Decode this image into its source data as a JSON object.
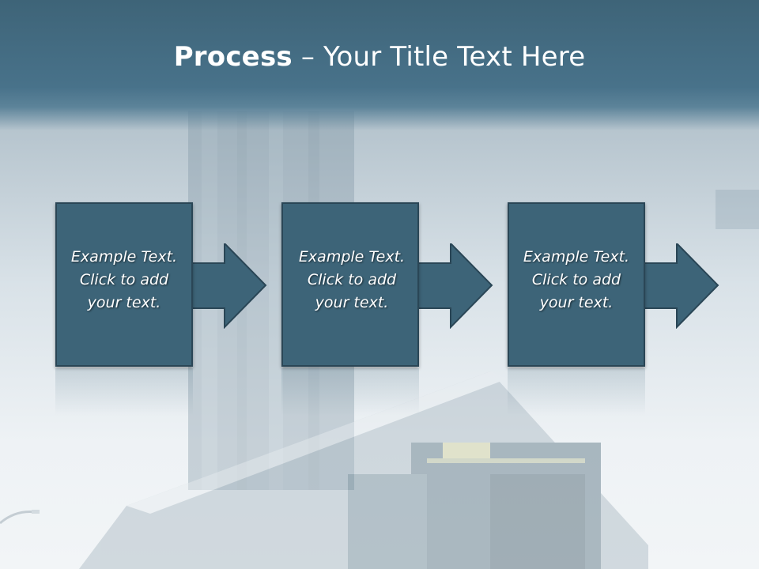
{
  "slide": {
    "title_bold": "Process",
    "title_rest": " – Your Title Text Here"
  },
  "steps": [
    {
      "text_line1": "Example Text.",
      "text_line2": "Click  to add",
      "text_line3": "your text."
    },
    {
      "text_line1": "Example Text.",
      "text_line2": "Click  to add",
      "text_line3": "your text."
    },
    {
      "text_line1": "Example Text.",
      "text_line2": "Click  to add",
      "text_line3": "your text."
    }
  ],
  "colors": {
    "box_fill": "#3d6478",
    "box_border": "#2a4656",
    "title_band": "#48728a",
    "text": "#ffffff"
  }
}
